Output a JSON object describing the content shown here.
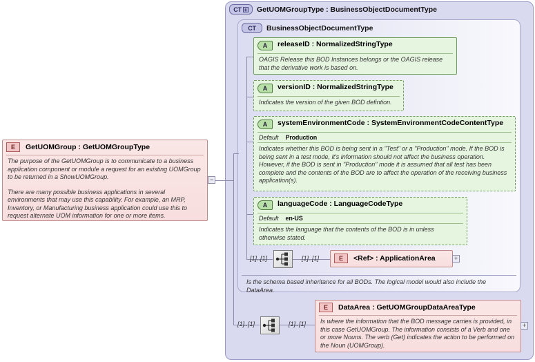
{
  "diagram": {
    "type": "xml-schema-diagram",
    "root_element": {
      "icon": "element-icon",
      "badge": "E",
      "name": "GetUOMGroup",
      "separator": ":",
      "type": "GetUOMGroupType",
      "label": "GetUOMGroup : GetUOMGroupType",
      "documentation_p1": "The purpose of the GetUOMGroup is to communicate to a business application component or module a request for an existing UOMGroup to be returned in a ShowUOMGroup.",
      "documentation_p2": "There are many possible business applications in several environments that may use this capability.  For example, an MRP, Inventory, or Manufacturing business application could use this to request alternate UOM information for one or more items.",
      "collapse_toggle": "−"
    },
    "complex_type": {
      "badge": "CT",
      "expand_toggle": "+",
      "label": "GetUOMGroupType : BusinessObjectDocumentType",
      "name": "GetUOMGroupType",
      "type": "BusinessObjectDocumentType"
    },
    "base_type": {
      "badge": "CT",
      "label": "BusinessObjectDocumentType",
      "documentation": "Is the schema based inheritance for all BODs. The logical model would also include the DataArea."
    },
    "attributes": [
      {
        "badge": "A",
        "name": "releaseID",
        "separator": ":",
        "type": "NormalizedStringType",
        "label": "releaseID : NormalizedStringType",
        "use": "required",
        "border": "solid",
        "default_label": null,
        "default_value": null,
        "documentation": "OAGIS Release this BOD Instances belongs or the OAGIS release that the derivative work is based on."
      },
      {
        "badge": "A",
        "name": "versionID",
        "separator": ":",
        "type": "NormalizedStringType",
        "label": "versionID : NormalizedStringType",
        "use": "optional",
        "border": "dashed",
        "default_label": null,
        "default_value": null,
        "documentation": "Indicates the version of the given BOD defintion."
      },
      {
        "badge": "A",
        "name": "systemEnvironmentCode",
        "separator": ":",
        "type": "SystemEnvironmentCodeContentType",
        "label": "systemEnvironmentCode : SystemEnvironmentCodeContentType",
        "use": "optional",
        "border": "dashed",
        "default_label": "Default",
        "default_value": "Production",
        "documentation": "Indicates whether this BOD is being sent in a \"Test\" or a \"Production\" mode. If the BOD is being sent in a test mode, it's information should not affect the business operation. However, if the BOD is sent in \"Production\" mode it is assumed that all test has been complete and the contents of the BOD are to affect the operation of the receiving business application(s)."
      },
      {
        "badge": "A",
        "name": "languageCode",
        "separator": ":",
        "type": "LanguageCodeType",
        "label": "languageCode : LanguageCodeType",
        "use": "optional",
        "border": "dashed",
        "default_label": "Default",
        "default_value": "en-US",
        "documentation": "Indicates the language that the contents of the BOD is in unless otherwise stated."
      }
    ],
    "children": [
      {
        "badge": "E",
        "kind": "reference",
        "name": "<Ref>",
        "separator": ":",
        "type": "ApplicationArea",
        "label": "<Ref>      : ApplicationArea",
        "occurrence_left": "[1]..[1]",
        "occurrence_right": "[1]..[1]",
        "compositor": "sequence",
        "expand_toggle": "+"
      },
      {
        "badge": "E",
        "kind": "element",
        "name": "DataArea",
        "separator": ":",
        "type": "GetUOMGroupDataAreaType",
        "label": "DataArea : GetUOMGroupDataAreaType",
        "occurrence_left": "[1]..[1]",
        "occurrence_right": "[1]..[1]",
        "compositor": "sequence",
        "expand_toggle": "+",
        "documentation": "Is where the information that the BOD message carries is provided, in this case GetUOMGroup. The information consists of a Verb and one or more Nouns. The verb (Get) indicates the action to be performed on the Noun (UOMGroup)."
      }
    ],
    "colors": {
      "element_fill": "#f8dede",
      "element_border": "#c08a8a",
      "attribute_fill": "#e6f5e0",
      "attribute_border": "#6f9c5e",
      "complextype_fill": "#d9d9f0",
      "complextype_border": "#9a9ac4",
      "connector_line": "#8a8aa8",
      "canvas": "#ffffff"
    }
  }
}
